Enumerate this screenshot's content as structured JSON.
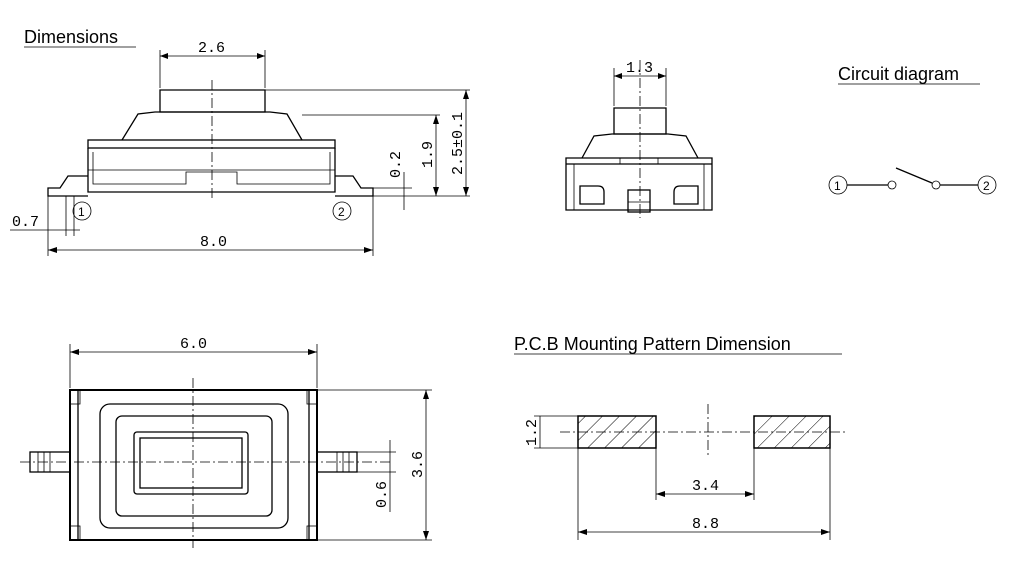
{
  "headings": {
    "dimensions": "Dimensions",
    "circuit": "Circuit diagram",
    "pcb": "P.C.B Mounting Pattern Dimension"
  },
  "front_view": {
    "button_width": "2.6",
    "pin_offset": "0.7",
    "overall_length": "8.0",
    "lead_thickness": "0.2",
    "body_height": "1.9",
    "total_height": "2.5±0.1",
    "pin1": "1",
    "pin2": "2"
  },
  "side_view": {
    "button_width": "1.3"
  },
  "circuit": {
    "pin1": "1",
    "pin2": "2"
  },
  "top_view": {
    "body_length": "6.0",
    "body_width": "3.6",
    "lead_width": "0.6"
  },
  "pcb": {
    "pad_height": "1.2",
    "pad_gap": "3.4",
    "overall": "8.8"
  }
}
